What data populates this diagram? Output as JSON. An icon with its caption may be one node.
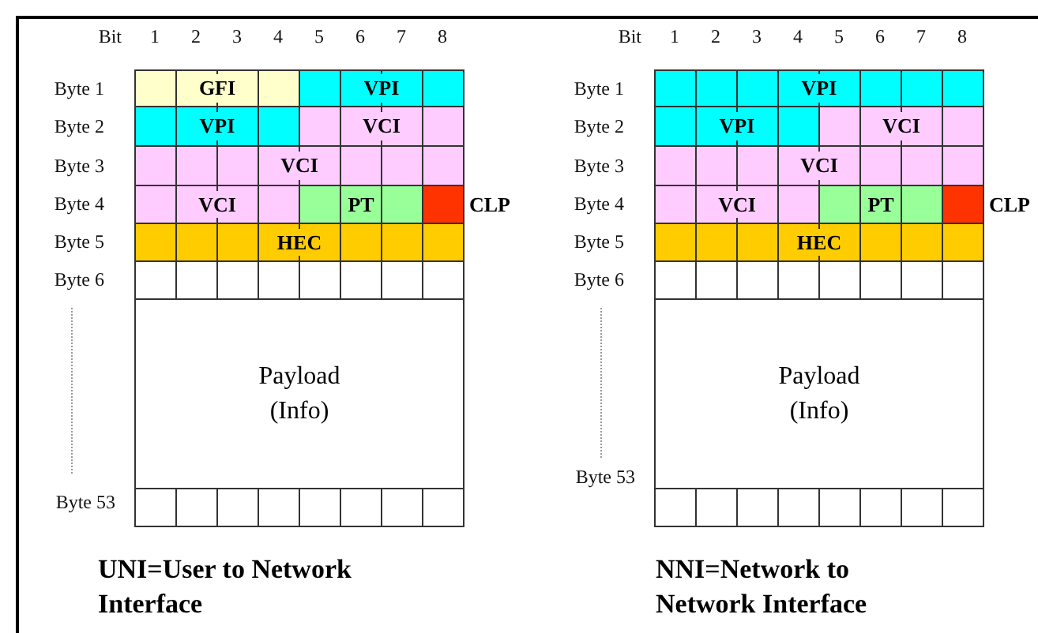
{
  "diagram": {
    "nodes": [
      {
        "text": [
          "GFI"
        ]
      },
      {
        "text": [
          "VPI"
        ]
      },
      {
        "text": [
          "VPI"
        ]
      },
      {
        "text": [
          "VCI"
        ]
      },
      {
        "text": [
          "VCI"
        ]
      },
      {
        "text": [
          "VCI"
        ]
      },
      {
        "text": [
          "PT"
        ]
      },
      {
        "text": [],
        "shape": "box",
        "beside": [
          "CLP"
        ]
      },
      {
        "text": [
          "HEC"
        ]
      },
      {
        "text": [],
        "shape": "box"
      },
      {
        "text": [
          "Payload (Info)"
        ]
      },
      {
        "text": [],
        "shape": "box"
      },
      {
        "text": [
          "VPI"
        ]
      },
      {
        "text": [
          "VPI"
        ]
      },
      {
        "text": [
          "VCI"
        ]
      },
      {
        "text": [
          "VCI"
        ]
      },
      {
        "text": [
          "VCI"
        ]
      },
      {
        "text": [
          "PT"
        ]
      },
      {
        "text": [],
        "shape": "box",
        "beside": [
          "CLP"
        ]
      },
      {
        "text": [
          "HEC"
        ]
      },
      {
        "text": [],
        "shape": "box"
      },
      {
        "text": [
          "Payload (Info)"
        ]
      },
      {
        "text": [],
        "shape": "box"
      }
    ],
    "labels": [
      "Bit",
      "1",
      "2",
      "3",
      "4",
      "5",
      "6",
      "7",
      "8",
      "Byte 1",
      "Byte 2",
      "Byte 3",
      "Byte 4",
      "Byte 5",
      "Byte 6",
      "Byte 53",
      "Bit",
      "1",
      "2",
      "3",
      "4",
      "5",
      "6",
      "7",
      "8",
      "Byte 1",
      "Byte 2",
      "Byte 3",
      "Byte 4",
      "Byte 5",
      "Byte 6",
      "Byte 53",
      "UNI=User to Network Interface",
      "NNI=Network to Network Interface"
    ]
  }
}
